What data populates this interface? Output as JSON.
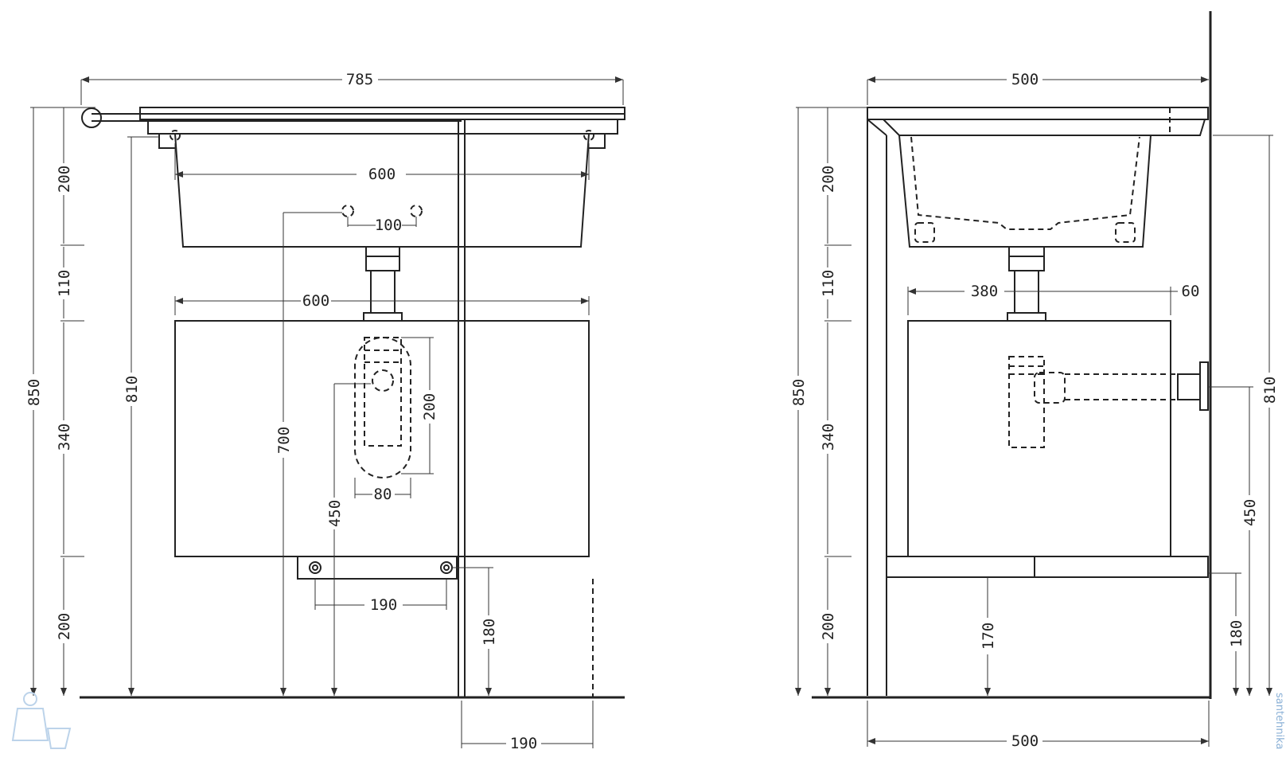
{
  "front_view": {
    "width_total": "785",
    "bowl_width": "600",
    "faucet_spacing": "100",
    "cabinet_width": "600",
    "trap_height": "200",
    "trap_width": "80",
    "outlet_height": "450",
    "waste_height": "700",
    "valve_spacing": "190",
    "valve_height": "180",
    "leg_offset": "190",
    "height_total": "850",
    "height_to_rim": "810",
    "seg_top": "200",
    "seg_gap": "110",
    "seg_cabinet": "340",
    "seg_bottom": "200"
  },
  "side_view": {
    "depth_top": "500",
    "depth_bottom": "500",
    "cabinet_depth": "380",
    "wall_gap": "60",
    "height_total": "850",
    "height_right": "810",
    "outlet_height": "450",
    "valve_height": "180",
    "shelf_height": "170",
    "seg_top": "200",
    "seg_gap": "110",
    "seg_cabinet": "340",
    "seg_bottom": "200"
  },
  "watermark": "santehnika"
}
